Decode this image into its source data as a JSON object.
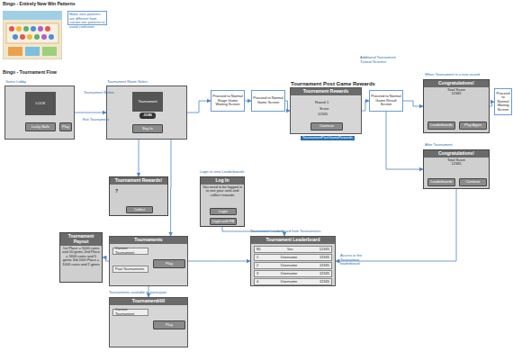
{
  "diagram": {
    "title": "Bingo - Entirely New Win Patterns",
    "nodes": [
      {
        "text": [
          "Make sure patterns are different from current win patterns to avoid confusion"
        ]
      },
      {
        "text": [
          "Game Lobby"
        ]
      },
      {
        "text": [
          "LOCK"
        ],
        "in": 1
      },
      {
        "text": [
          "Lucky Balls"
        ],
        "in": 1
      },
      {
        "text": [
          "Play"
        ],
        "in": 1
      },
      {
        "text": [
          "Tournament Room Select"
        ]
      },
      {
        "text": [
          "Tournament"
        ],
        "in": 5
      },
      {
        "text": [
          "JOIN"
        ],
        "in": 5
      },
      {
        "text": [
          "Buy In"
        ],
        "in": 5
      },
      {
        "text": [
          "Proceed to Normal Stage Game Waiting Screen"
        ]
      },
      {
        "text": [
          "Proceed to Normal Game Screen"
        ]
      },
      {
        "text": [
          "Tournament Post Game Rewards",
          "Tournament Rewards"
        ]
      },
      {
        "text": [
          "Continue"
        ],
        "in": 11
      },
      {
        "text": [
          "Proceed to Normal Game Result Screen"
        ]
      },
      {
        "text": [
          "Congratulations!",
          "Total Score",
          "12345"
        ]
      },
      {
        "text": [
          "Leaderboards"
        ],
        "in": 14
      },
      {
        "text": [
          "Play Again"
        ],
        "in": 14
      },
      {
        "text": [
          "Congratulations!",
          "Total Score",
          "12345"
        ]
      },
      {
        "text": [
          "Leaderboards"
        ],
        "in": 17
      },
      {
        "text": [
          "Continue"
        ],
        "in": 17
      },
      {
        "text": [
          "Proceed to Normal Waiting Screen"
        ]
      },
      {
        "text": [
          "Tournament Rewards!"
        ]
      },
      {
        "text": [
          "Collect"
        ],
        "in": 21
      },
      {
        "text": [
          "Log In",
          "You need to be logged in to see your rank and collect rewards"
        ]
      },
      {
        "text": [
          "Login"
        ],
        "in": 23
      },
      {
        "text": [
          "Login with FB"
        ],
        "in": 23
      },
      {
        "text": [
          "Tournaments"
        ]
      },
      {
        "text": [
          "Current Tournament"
        ],
        "in": 26
      },
      {
        "text": [
          "Past Tournaments"
        ],
        "in": 26
      },
      {
        "text": [
          "Play"
        ],
        "in": 26
      },
      {
        "text": [
          "Tournament Payout",
          "1st Place = 5000 coins and 10 gems 2nd Place = 3000 coins and 5 gems 3rd-10th Place = 1000 coins and 2 gems"
        ]
      },
      {
        "text": [
          "Tournament Leaderboard"
        ]
      },
      {
        "text": [
          "80",
          "You",
          "12345"
        ],
        "in": 31
      },
      {
        "text": [
          "1",
          "Username",
          "12345"
        ],
        "in": 31
      },
      {
        "text": [
          "2",
          "Username",
          "12345"
        ],
        "in": 31
      },
      {
        "text": [
          "3",
          "Username",
          "12345"
        ],
        "in": 31
      },
      {
        "text": [
          "4",
          "Username",
          "12345"
        ],
        "in": 31
      },
      {
        "text": [
          "TournamentHill"
        ]
      },
      {
        "text": [
          "Current Tournament"
        ],
        "in": 37
      },
      {
        "text": [
          "Play"
        ],
        "in": 37
      }
    ],
    "edges": [
      {
        "from": 1,
        "to": 5,
        "arrow": "to"
      },
      {
        "from": 5,
        "to": 9,
        "arrow": "to"
      },
      {
        "from": 9,
        "to": 10,
        "arrow": "to"
      },
      {
        "from": 10,
        "to": 11,
        "arrow": "to"
      },
      {
        "from": 11,
        "to": 13,
        "arrow": "to"
      },
      {
        "from": 13,
        "to": 14,
        "arrow": "to"
      },
      {
        "from": 13,
        "to": 17,
        "arrow": "to"
      },
      {
        "from": 14,
        "to": 20,
        "arrow": "to"
      },
      {
        "from": 5,
        "to": 21,
        "arrow": "to"
      },
      {
        "from": 5,
        "to": 26,
        "arrow": "to"
      },
      {
        "from": 26,
        "to": 30,
        "arrow": "to"
      },
      {
        "from": 26,
        "to": 31,
        "arrow": "to"
      },
      {
        "from": 23,
        "to": 31,
        "arrow": "to"
      },
      {
        "from": 17,
        "to": 31,
        "arrow": "to"
      },
      {
        "from": 26,
        "to": 37,
        "arrow": "to"
      }
    ],
    "labels": [
      "Bingo - Tournament Flow",
      "Tournament Button",
      "Exit Tournament",
      "Round 1",
      "Score",
      "12345",
      "TournamentPostGameRewards",
      "Additional Tournament Tutorial Screens",
      "When Tournament is a new record",
      "After Tournament",
      "?",
      "Login to view Leaderboards",
      "Tournament Leaderboard from Tournaments",
      "Tournaments available to participate",
      "Access to the Tournament leaderboard"
    ]
  }
}
